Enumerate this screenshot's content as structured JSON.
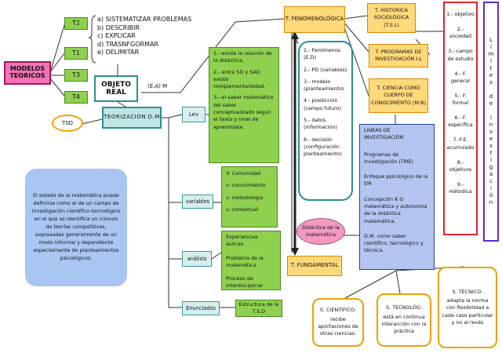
{
  "modelos": {
    "title": "MODELOS TEORICOS"
  },
  "t_boxes": [
    "T2",
    "T1",
    "T3",
    "T4"
  ],
  "modelos_list": [
    "a) SISTEMATIZAR PROBLEMAS",
    "b) DESCRIBIR",
    "c) EXPLICAR",
    "d) TRASNFGORMAR",
    "e) DELIMITAR"
  ],
  "objeto_real": "OBJETO REAL",
  "ea_m": "(E.A) M",
  "teorizacion": "TEORIZACION D.M",
  "tsd": "TSD",
  "lev": "Lev",
  "lev_text": [
    "1.- existe la relación de la didáctica.",
    "2.- entre SD y SAD existe complementariedad.",
    "3.- el saber matemático del saber conceptualizado según el texto y nivel de aprendizaje."
  ],
  "variables": {
    "label": "variables",
    "items": [
      "V. Comunidad",
      "v. conocimiento",
      "v. metodología",
      "v. contextual"
    ]
  },
  "analisis": {
    "label": "análisis",
    "items": [
      "Experiencias áulicas",
      "Problema de la matemática.",
      "Proceso de interdisciplinar"
    ]
  },
  "enunciados": {
    "label": "Enunciados",
    "text": "Estructura de la T.S.D"
  },
  "blue_note": "El estado de la matemática puede definirse como el de un campo de investigación científico-tecnológico en el que se identifica un cúmulo de teorías competitivas, expresadas generalmente de un modo informal y dependiente especialmente de planteamientos psicológicos.",
  "t_fenomenologica": "T. FENOMENOLÓGICA",
  "t_fundamental": "T. FUNDAMENTAL",
  "fenom_items": [
    "1.- Fenómenos (E.D)",
    "2.- PD (variables)",
    "3.- modelo (planteamiento)",
    "4.- predicción (campo futuro)",
    "5.- datos (información)",
    "6.- decisión (configuración planteamiento)"
  ],
  "didactica": "Didáctica de la matemática",
  "t_historica": "T. HISTÓRICA SOCIOLÓGICA (T.S.L)",
  "t_programas": "T. PROGRAMAS DE INVESTIGACIÓN I.L",
  "t_ciencia": "T. CIENCIA COMO CUERPO DE CONOCIMIENTO (M.B)",
  "lineas": {
    "title": "LINEAS DE INVESTIGACIÓN",
    "items": [
      "Programas de investigación (TME)",
      "Enfoque psicológico de la EM",
      "Concepción K O matemática y autonomía de la didáctica matemática.",
      "D.M. como saber científico, tecnológico y técnica."
    ]
  },
  "red_list": [
    "1.- objetivo",
    "2.- sociedad",
    "3.- campo de estudio",
    "4.- F. general",
    "5.- F. formal",
    "6.- F. específica",
    "7.-F.E. acumulado",
    "8.- objetivos",
    "9.- métodica"
  ],
  "limites": "Límites de investigación",
  "s_cientifico": {
    "title": "S. CIENTÍFICO:",
    "text": "recibe aportaciones de otras ciencias."
  },
  "s_tecnologico": {
    "title": "S. TECNOLÓG:",
    "text": "está en continua interacción con la práctica"
  },
  "s_tecnico": {
    "title": "S. TÉCNICO:",
    "text": "adapta la norma con flexibilidad a cada caso particular y no al revés"
  },
  "colors": {
    "pink": "#f472b6",
    "green": "#8fd14f",
    "teal": "#2b8f8f",
    "orange": "#ffd97a",
    "blue": "#a9c6f2",
    "red": "#e0242a",
    "purple": "#5a2bd6"
  }
}
